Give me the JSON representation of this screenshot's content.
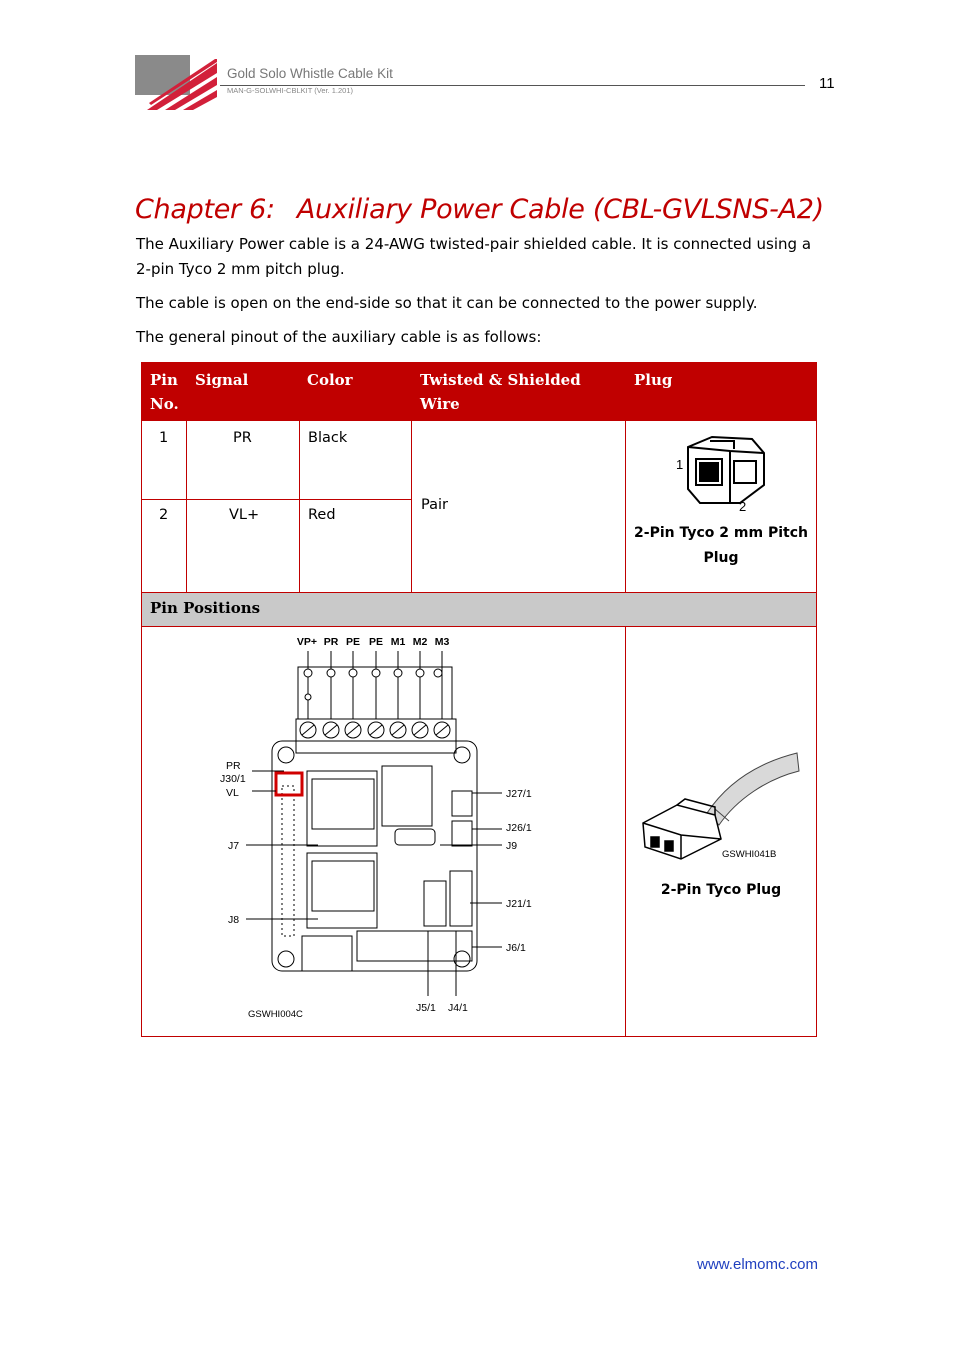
{
  "header": {
    "doc_title": "Gold Solo Whistle Cable Kit",
    "doc_code": "MAN-G-SOLWHI-CBLKIT (Ver. 1.201)",
    "page_number": "11"
  },
  "chapter": {
    "number": "Chapter 6:",
    "title": "Auxiliary Power Cable (CBL-GVLSNS-A2)"
  },
  "paragraphs": [
    "The Auxiliary Power cable is a 24-AWG twisted-pair shielded cable. It is connected using a 2-pin Tyco 2 mm pitch plug.",
    "The cable is open on the end-side so that it can be connected to the power supply.",
    "The general pinout of the auxiliary cable is as follows:"
  ],
  "table": {
    "headers": [
      "Pin No.",
      "Signal",
      "Color",
      "Twisted & Shielded Wire",
      "Plug"
    ],
    "rows": [
      {
        "pin": "1",
        "signal": "PR",
        "color": "Black"
      },
      {
        "pin": "2",
        "signal": "VL+",
        "color": "Red"
      }
    ],
    "twisted": "Pair",
    "plug_caption": "2-Pin Tyco 2 mm Pitch Plug",
    "plug_pin_labels": [
      "1",
      "2"
    ],
    "pin_positions_label": "Pin Positions",
    "board_figure": {
      "top_labels": [
        "VP+",
        "PR",
        "PE",
        "PE",
        "M1",
        "M2",
        "M3"
      ],
      "left_labels": [
        "PR",
        "J30/1",
        "VL",
        "J7",
        "J8"
      ],
      "right_labels": [
        "J27/1",
        "J26/1",
        "J9",
        "J21/1",
        "J6/1"
      ],
      "bottom_labels": [
        "J5/1",
        "J4/1"
      ],
      "figure_id": "GSWHI004C"
    },
    "plug_figure": {
      "figure_id": "GSWHI041B",
      "caption": "2-Pin Tyco Plug"
    }
  },
  "footer": {
    "url": "www.elmomc.com"
  },
  "colors": {
    "accent": "#c00000",
    "section_band": "#c9c9c9",
    "link": "#1f3fbf"
  }
}
